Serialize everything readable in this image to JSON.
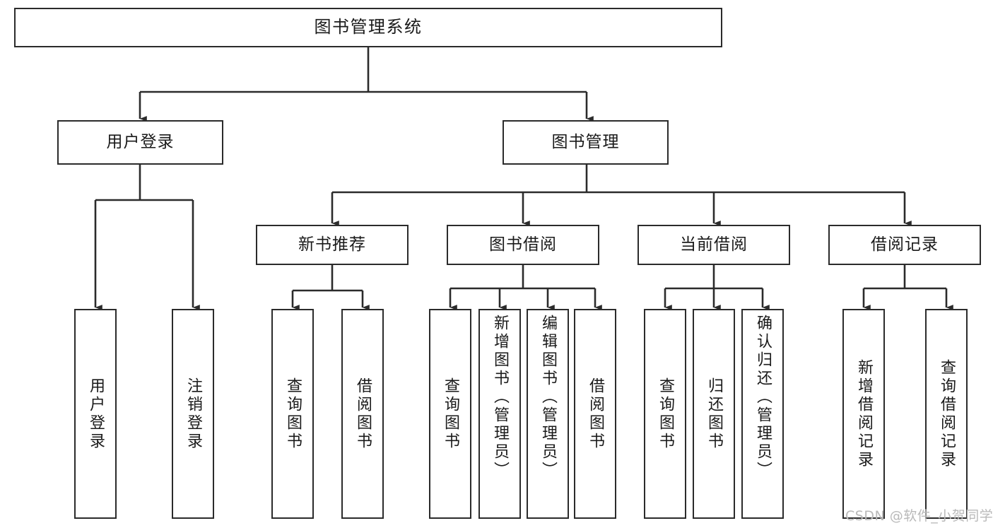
{
  "diagram": {
    "title": "图书管理系统",
    "type": "tree-hierarchy",
    "colors": {
      "stroke": "#2b2b2b",
      "fill": "#ffffff",
      "text": "#1a1a1a",
      "watermark": "#b9b9b9",
      "background": "#ffffff"
    },
    "watermark": "CSDN @软件_小贺同学",
    "nodes": {
      "root": {
        "label": "图书管理系统",
        "level": 1
      },
      "user_login": {
        "label": "用户登录",
        "level": 2
      },
      "book_mgmt": {
        "label": "图书管理",
        "level": 2
      },
      "new_book_rec": {
        "label": "新书推荐",
        "level": 3
      },
      "book_borrow": {
        "label": "图书借阅",
        "level": 3
      },
      "current_borrow": {
        "label": "当前借阅",
        "level": 3
      },
      "borrow_record": {
        "label": "借阅记录",
        "level": 3
      },
      "leaf_user_login": {
        "label": "用户登录",
        "level": 4
      },
      "leaf_logout": {
        "label": "注销登录",
        "level": 4
      },
      "leaf_query_book_1": {
        "label": "查询图书",
        "level": 4
      },
      "leaf_borrow_book_1": {
        "label": "借阅图书",
        "level": 4
      },
      "leaf_query_book_2": {
        "label": "查询图书",
        "level": 4
      },
      "leaf_add_book": {
        "label": "新增图书（管理员）",
        "level": 4
      },
      "leaf_edit_book": {
        "label": "编辑图书（管理员）",
        "level": 4
      },
      "leaf_borrow_book_2": {
        "label": "借阅图书",
        "level": 4
      },
      "leaf_query_book_3": {
        "label": "查询图书",
        "level": 4
      },
      "leaf_return_book": {
        "label": "归还图书",
        "level": 4
      },
      "leaf_confirm_return": {
        "label": "确认归还（管理员）",
        "level": 4
      },
      "leaf_add_record": {
        "label": "新增借阅记录",
        "level": 4
      },
      "leaf_query_record": {
        "label": "查询借阅记录",
        "level": 4
      }
    },
    "edges": [
      {
        "from": "root",
        "to": "user_login"
      },
      {
        "from": "root",
        "to": "book_mgmt"
      },
      {
        "from": "user_login",
        "to": "leaf_user_login"
      },
      {
        "from": "user_login",
        "to": "leaf_logout"
      },
      {
        "from": "book_mgmt",
        "to": "new_book_rec"
      },
      {
        "from": "book_mgmt",
        "to": "book_borrow"
      },
      {
        "from": "book_mgmt",
        "to": "current_borrow"
      },
      {
        "from": "book_mgmt",
        "to": "borrow_record"
      },
      {
        "from": "new_book_rec",
        "to": "leaf_query_book_1"
      },
      {
        "from": "new_book_rec",
        "to": "leaf_borrow_book_1"
      },
      {
        "from": "book_borrow",
        "to": "leaf_query_book_2"
      },
      {
        "from": "book_borrow",
        "to": "leaf_add_book"
      },
      {
        "from": "book_borrow",
        "to": "leaf_edit_book"
      },
      {
        "from": "book_borrow",
        "to": "leaf_borrow_book_2"
      },
      {
        "from": "current_borrow",
        "to": "leaf_query_book_3"
      },
      {
        "from": "current_borrow",
        "to": "leaf_return_book"
      },
      {
        "from": "current_borrow",
        "to": "leaf_confirm_return"
      },
      {
        "from": "borrow_record",
        "to": "leaf_add_record"
      },
      {
        "from": "borrow_record",
        "to": "leaf_query_record"
      }
    ]
  }
}
